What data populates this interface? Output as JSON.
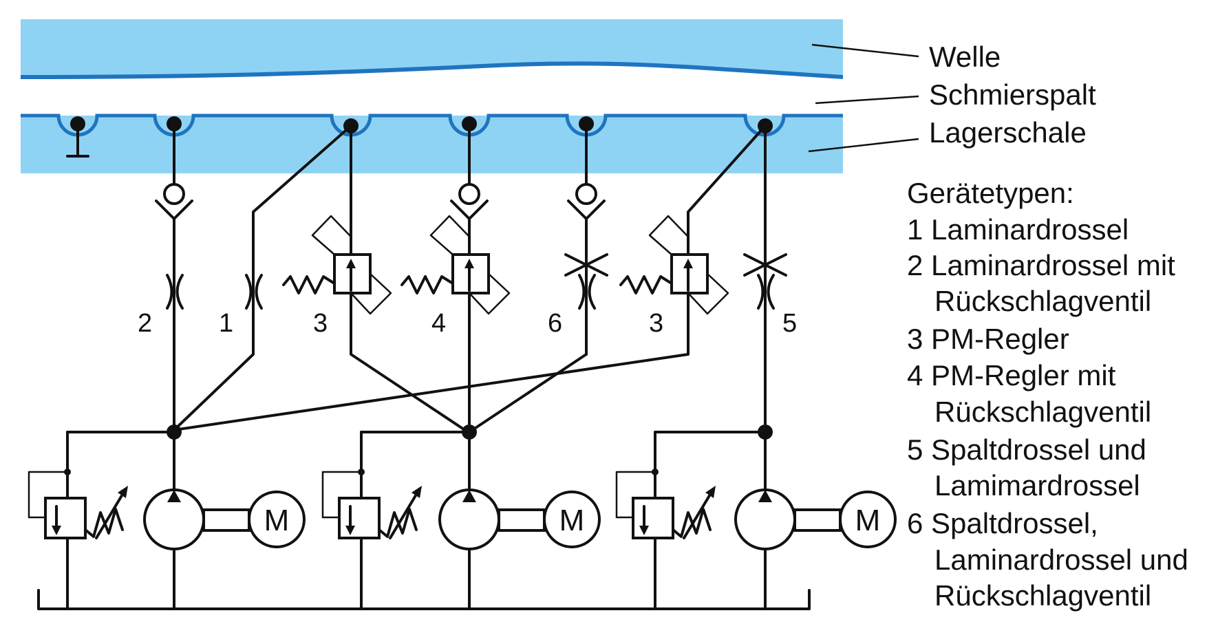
{
  "labels": {
    "welle": "Welle",
    "schmierspalt": "Schmierspalt",
    "lagerschale": "Lagerschale"
  },
  "legend": {
    "title": "Gerätetypen:",
    "lines": [
      "1 Laminardrossel",
      "2 Laminardrossel mit",
      "Rückschlagventil",
      "3 PM-Regler",
      "4 PM-Regler mit",
      "Rückschlagventil",
      "5 Spaltdrossel und",
      "Lamimardrossel",
      "6 Spaltdrossel,",
      "Laminardrossel und",
      "Rückschlagventil"
    ]
  },
  "device_numbers": [
    "2",
    "1",
    "3",
    "4",
    "6",
    "3",
    "5"
  ],
  "motor_label": "M",
  "colors": {
    "shaft_fill": "#8fd3f4",
    "shaft_edge": "#1f74c0",
    "line": "#111111"
  }
}
